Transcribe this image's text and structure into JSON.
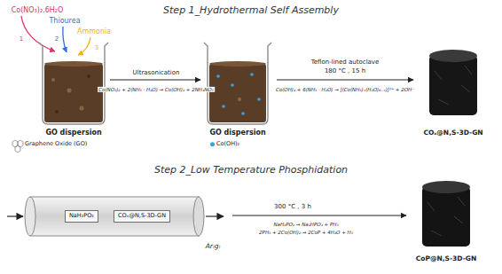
{
  "diagram": {
    "nodes": [
      {
        "text": [
          "NaH₂PO₂"
        ]
      },
      {
        "text": [
          "COₓ@N,S-3D-GN"
        ]
      }
    ],
    "labels": [
      "Step 1_Hydrothermal Self Assembly",
      "Co(NO₃)₂.6H₂O",
      "Thiourea",
      "Ammonia",
      "1",
      "2",
      "3",
      "GO dispersion",
      "Ultrasonication",
      "Co(NO₃)₂ + 2(NH₃ · H₂O) → Co(OH)₂ + 2NH₄NO₃",
      "GO dispersion",
      "Teflon-lined autoclave",
      "180 °C , 15 h",
      "Co(OH)₂ + 6(NH₃ · H₂O) → [(Co(NH₃)ₓ(H₂O)₆₋ₓ)]²⁺ + 2OH⁻",
      "COₓ@N,S-3D-GN",
      "Step 2_Low Temperature Phosphidation",
      "Ar₍g₎",
      "300 °C , 3 h",
      "NaH₂PO₂ → Na₂HPO₄ + PH₃",
      "2PH₃ + 2Co(OH)₂ → 2CoP + 4H₂O + H₃",
      "CoP@N,S-3D-GN"
    ],
    "legend": [
      {
        "text": "Graphene Oxide (GO)"
      },
      {
        "text": "Co(OH)₂",
        "color": "#2fa4e7"
      }
    ]
  }
}
